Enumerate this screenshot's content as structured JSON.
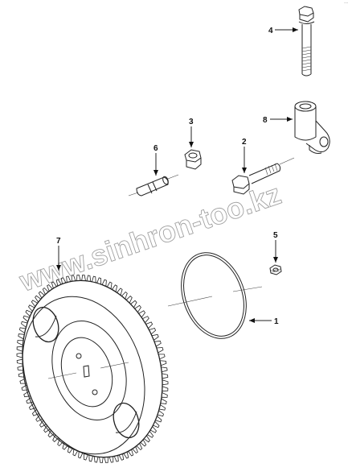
{
  "corner_mark": "⁻⁻",
  "watermark": "www.sinhron-too.kz",
  "callouts": [
    {
      "id": "1",
      "label": "1",
      "part": "o-ring"
    },
    {
      "id": "2",
      "label": "2",
      "part": "bolt"
    },
    {
      "id": "3",
      "label": "3",
      "part": "nut"
    },
    {
      "id": "4",
      "label": "4",
      "part": "long-bolt"
    },
    {
      "id": "5",
      "label": "5",
      "part": "small-nut"
    },
    {
      "id": "6",
      "label": "6",
      "part": "dowel-pin"
    },
    {
      "id": "7",
      "label": "7",
      "part": "gear"
    },
    {
      "id": "8",
      "label": "8",
      "part": "bracket"
    }
  ]
}
